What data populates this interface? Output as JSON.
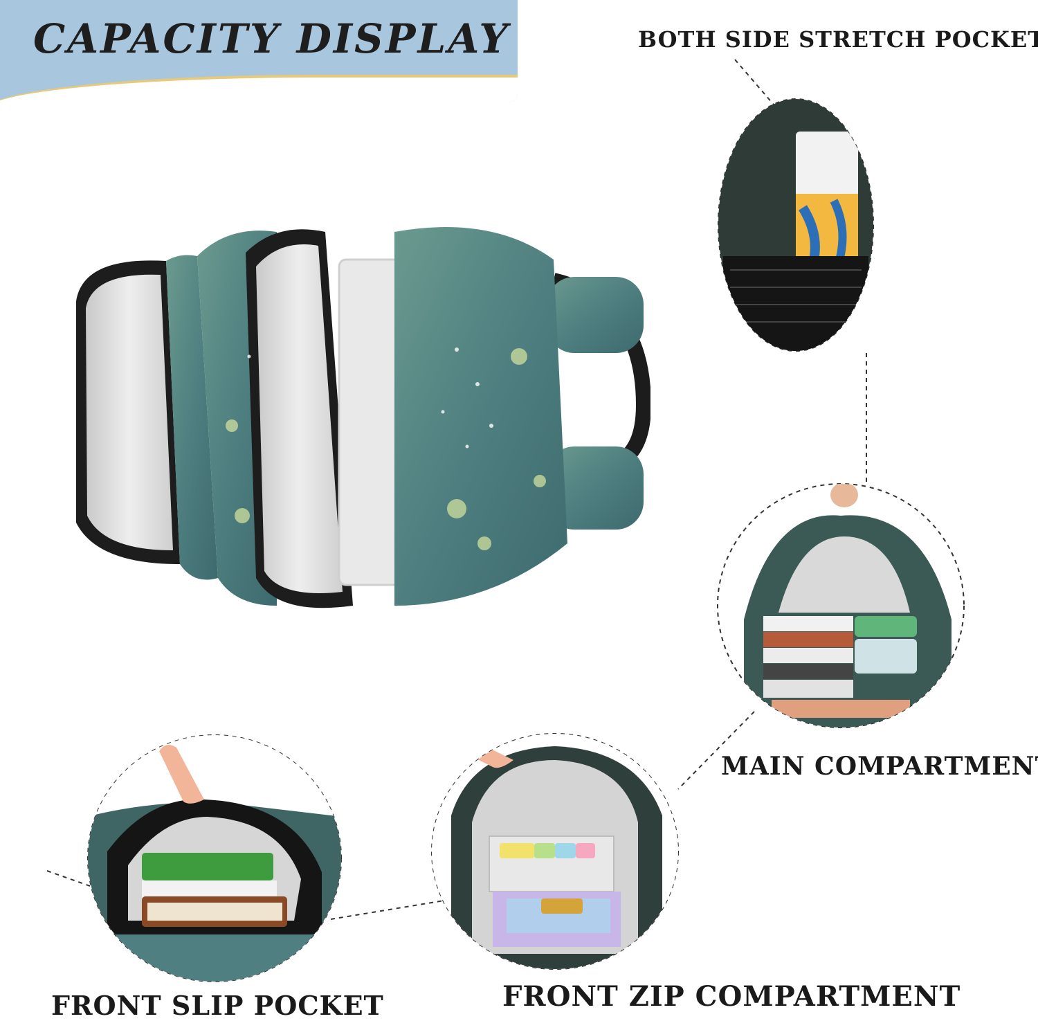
{
  "banner": {
    "title": "CAPACITY DISPLAY"
  },
  "labels": {
    "side_pocket": "BOTH SIDE STRETCH POCKET",
    "main_compartment": "MAIN COMPARTMENT",
    "front_slip_pocket": "FRONT SLIP POCKET",
    "front_zip_compartment": "FRONT ZIP COMPARTMENT"
  },
  "colors": {
    "banner": "#a9c6df",
    "accent_line": "#e6c97a",
    "bag_teal": "#4f7f7f",
    "lining_gray": "#d8d8d8",
    "text": "#1a1a1a"
  }
}
